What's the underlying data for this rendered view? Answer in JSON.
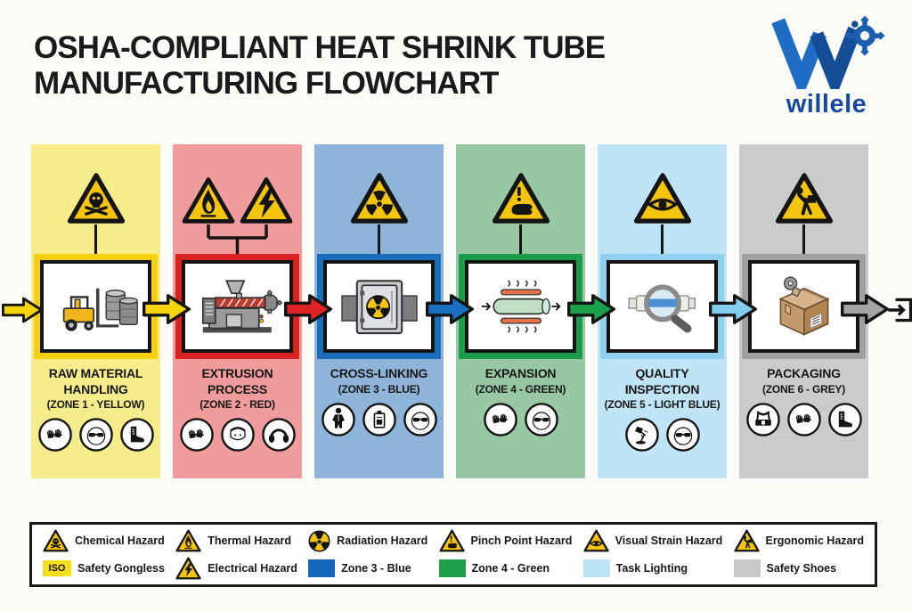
{
  "title": {
    "line1": "OSHA-COMPLIANT HEAT SHRINK TUBE",
    "line2": "MANUFACTURING FLOWCHART"
  },
  "logo": {
    "brand": "willele",
    "mark": "w-with-gear",
    "color": "#17479E"
  },
  "zones": [
    {
      "name": "RAW MATERIAL HANDLING",
      "line1": "RAW MATERIAL",
      "line2": "HANDLING",
      "sub": "(ZONE 1 - YELLOW)",
      "bg": "#F6EC8C",
      "accent": "#F4D011",
      "hazard_icons": [
        "skull-crossbones-triangle"
      ],
      "process_icon": "forklift-with-barrels",
      "ppe_icons": [
        "gloves",
        "safety-goggles",
        "safety-boots"
      ]
    },
    {
      "name": "EXTRUSION PROCESS",
      "line1": "EXTRUSION PROCESS",
      "line2": "",
      "sub": "(ZONE 2 - RED)",
      "bg": "#F09C9C",
      "accent": "#D92323",
      "hazard_icons": [
        "flame-triangle",
        "lightning-bolt-triangle"
      ],
      "process_icon": "extruder-machine",
      "ppe_icons": [
        "gloves",
        "face-shield",
        "ear-protection"
      ]
    },
    {
      "name": "CROSS-LINKING",
      "line1": "CROSS-LINKING",
      "line2": "",
      "sub": "(ZONE 3 - BLUE)",
      "bg": "#8FB4D9",
      "accent": "#1A6DBB",
      "hazard_icons": [
        "radiation-trefoil-triangle"
      ],
      "process_icon": "radiation-chamber",
      "ppe_icons": [
        "body-suit",
        "dosimeter-badge",
        "safety-goggles"
      ]
    },
    {
      "name": "EXPANSION",
      "line1": "EXPANSION",
      "line2": "",
      "sub": "(ZONE 4 - GREEN)",
      "bg": "#97C8A3",
      "accent": "#1A9C4B",
      "hazard_icons": [
        "pinch-point-hand-triangle"
      ],
      "process_icon": "heated-tube-expander",
      "ppe_icons": [
        "gloves",
        "safety-goggles"
      ]
    },
    {
      "name": "QUALITY INSPECTION",
      "line1": "QUALITY",
      "line2": "INSPECTION",
      "sub": "(ZONE 5 - LIGHT BLUE)",
      "bg": "#BFE4F5",
      "accent": "#8FD0EE",
      "hazard_icons": [
        "eye-triangle"
      ],
      "process_icon": "magnifier-over-tube",
      "ppe_icons": [
        "task-lamp",
        "safety-goggles"
      ]
    },
    {
      "name": "PACKAGING",
      "line1": "PACKAGING",
      "line2": "",
      "sub": "(ZONE 6 - GREY)",
      "bg": "#CBCBCB",
      "accent": "#A0A0A0",
      "hazard_icons": [
        "person-lifting-box-triangle"
      ],
      "process_icon": "cardboard-box-with-tape",
      "ppe_icons": [
        "back-support-belt",
        "gloves",
        "safety-boots"
      ]
    }
  ],
  "flow_arrows": {
    "entry_color": "#F6D40E",
    "between_colors": [
      "#F6D40E",
      "#DD2323",
      "#1B6FC0",
      "#1BA14C",
      "#84CDEE"
    ],
    "exit_color": "#A4A4A4",
    "exit_icon": "exit-door-arrow"
  },
  "legend_items": [
    {
      "icon": "chemical-hazard-triangle",
      "label": "Chemical Hazard"
    },
    {
      "icon": "iso-chip",
      "chip_text": "ISO",
      "label": "Safety Gongless"
    },
    {
      "icon": "thermal-hazard-triangle",
      "label": "Thermal Hazard"
    },
    {
      "icon": "electrical-hazard-triangle",
      "label": "Electrical Hazard"
    },
    {
      "icon": "radiation-roundel",
      "label": "Radiation Hazard"
    },
    {
      "icon": "swatch",
      "swatch_color": "#1565B8",
      "label": "Zone 3 - Blue"
    },
    {
      "icon": "pinch-point-triangle",
      "label": "Pinch Point Hazard"
    },
    {
      "icon": "swatch",
      "swatch_color": "#1FA14C",
      "label": "Zone 4 - Green"
    },
    {
      "icon": "visual-strain-triangle",
      "label": "Visual Strain Hazard"
    },
    {
      "icon": "swatch",
      "swatch_color": "#BDE4F7",
      "label": "Task Lighting"
    },
    {
      "icon": "ergonomic-hazard-triangle",
      "label": "Ergonomic Hazard"
    },
    {
      "icon": "swatch",
      "swatch_color": "#C9C9C9",
      "label": "Safety Shoes"
    }
  ],
  "colors": {
    "hazard_triangle_yellow": "#F5C50E",
    "outline_black": "#141414",
    "page_background": "#FBFBF8",
    "logo_blue_light": "#1F6CC5",
    "logo_blue_dark": "#134E96"
  }
}
